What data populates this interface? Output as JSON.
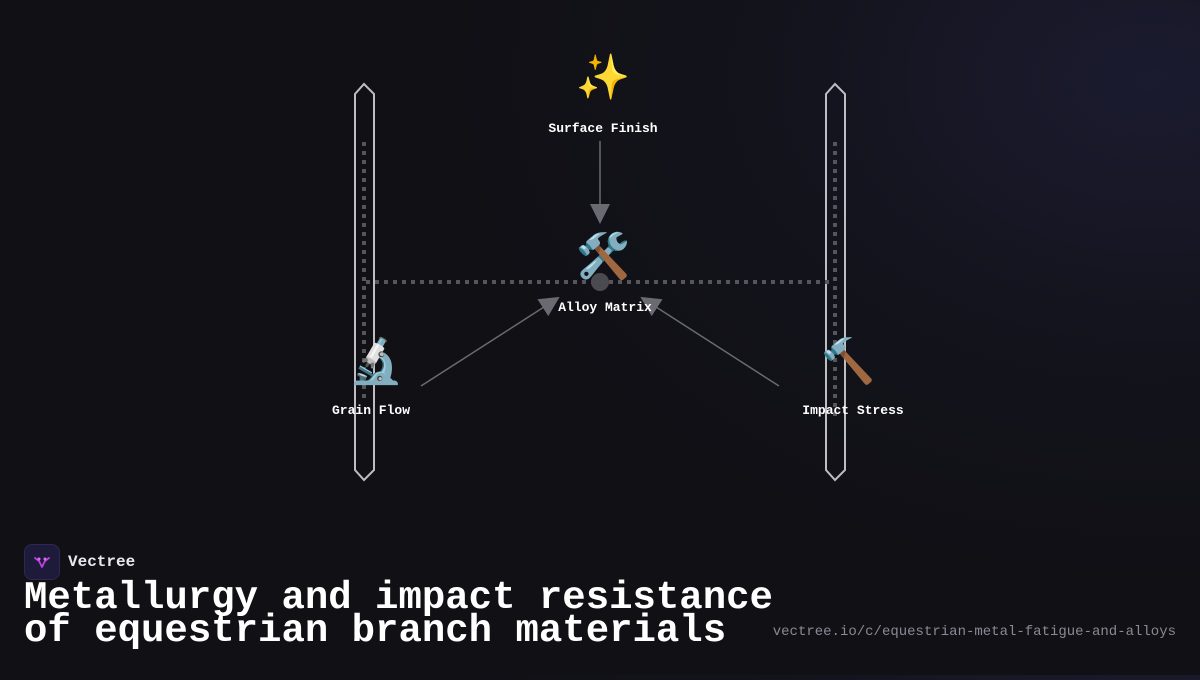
{
  "diagram": {
    "nodes": {
      "surface_finish": {
        "label": "Surface Finish",
        "icon": "sparkles-icon",
        "glyph": "✨"
      },
      "alloy_matrix": {
        "label": "Alloy Matrix",
        "icon": "hammer-and-wrench-icon",
        "glyph": "🛠️"
      },
      "grain_flow": {
        "label": "Grain Flow",
        "icon": "microscope-icon",
        "glyph": "🔬"
      },
      "impact_stress": {
        "label": "Impact Stress",
        "icon": "hammer-icon",
        "glyph": "🔨"
      }
    },
    "edges": [
      {
        "from": "surface_finish",
        "to": "alloy_matrix"
      },
      {
        "from": "grain_flow",
        "to": "alloy_matrix"
      },
      {
        "from": "impact_stress",
        "to": "alloy_matrix"
      }
    ]
  },
  "brand": {
    "name": "Vectree",
    "logo_icon": "vectree-logo-icon"
  },
  "title": {
    "line1": "Metallurgy and impact resistance",
    "line2": "of equestrian branch materials"
  },
  "url": "vectree.io/c/equestrian-metal-fatigue-and-alloys",
  "colors": {
    "background": "#111117",
    "accent": "#c040e0",
    "line": "#6a6a72"
  }
}
